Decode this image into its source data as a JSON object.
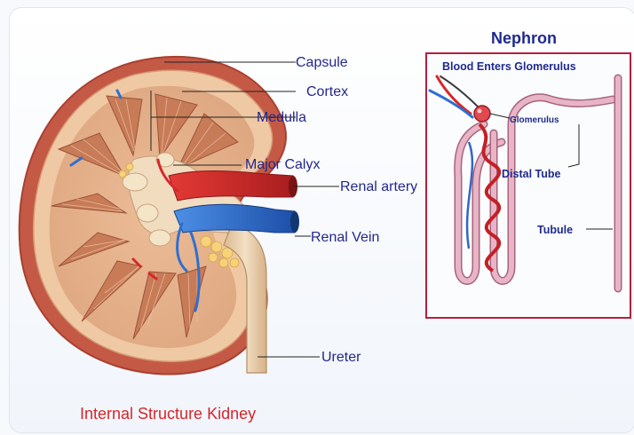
{
  "kidney": {
    "labels": {
      "capsule": "Capsule",
      "cortex": "Cortex",
      "medulla": "Medulla",
      "major_calyx": "Major Calyx",
      "renal_artery": "Renal artery",
      "renal_vein": "Renal Vein",
      "ureter": "Ureter"
    },
    "caption": "Internal Structure Kidney"
  },
  "nephron": {
    "title": "Nephron",
    "subtitle": "Blood Enters Glomerulus",
    "labels": {
      "glomerulus": "Glomerulus",
      "distal_tube": "Distal Tube",
      "tubule": "Tubule"
    }
  },
  "colors": {
    "label_text": "#24288c",
    "caption_red": "#d6262b",
    "nephron_border": "#b3203e",
    "kidney_outer": "#c8503f",
    "artery_red": "#d8282c",
    "vein_blue": "#2f6fd0",
    "ureter": "#e7cfae"
  }
}
